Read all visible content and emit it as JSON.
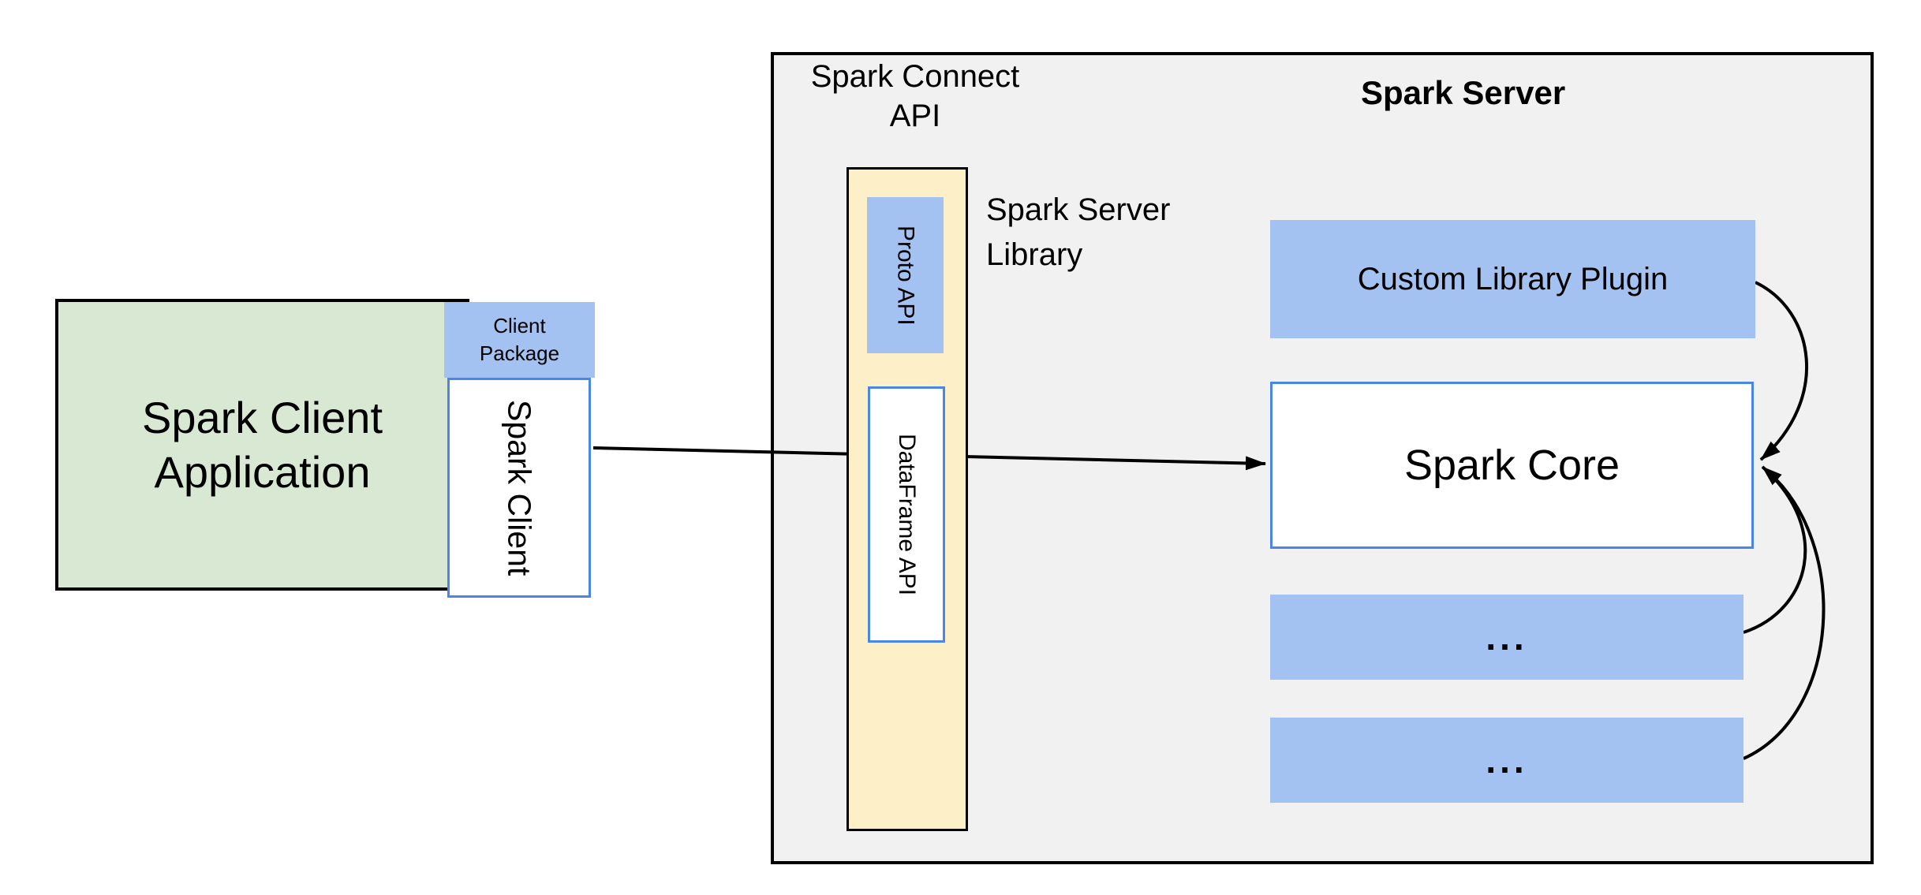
{
  "colors": {
    "background": "#ffffff",
    "region_fill": "#f1f1f2",
    "green_fill": "#d8e8d2",
    "blue_fill": "#a4c2f1",
    "cream_fill": "#fdf0c9",
    "blue_border": "#4a86e8",
    "black": "#000000"
  },
  "client": {
    "app_line1": "Spark Client",
    "app_line2": "Application",
    "package_line1": "Client",
    "package_line2": "Package",
    "spark_client": "Spark Client"
  },
  "connect": {
    "title_line1": "Spark Connect",
    "title_line2": "API",
    "proto_api": "Proto API",
    "dataframe_api": "DataFrame API",
    "library_line1": "Spark Server",
    "library_line2": "Library"
  },
  "server": {
    "title": "Spark Server",
    "plugin": "Custom Library Plugin",
    "core": "Spark Core",
    "more1": "...",
    "more2": "..."
  }
}
